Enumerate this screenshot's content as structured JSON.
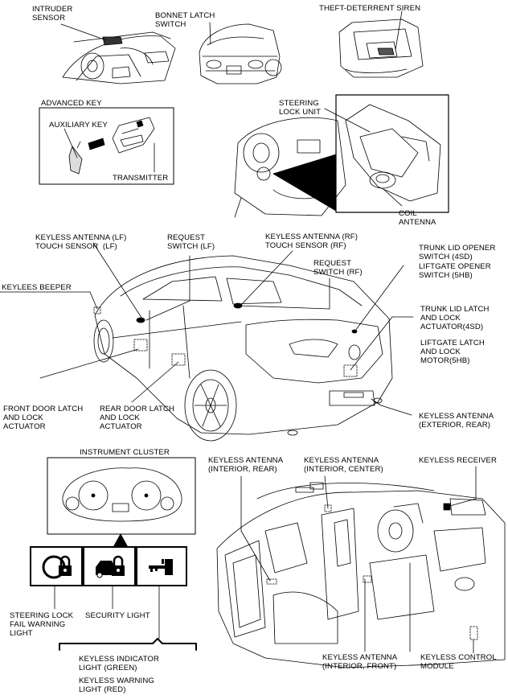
{
  "labels": {
    "intruder_sensor": "INTRUDER\nSENSOR",
    "bonnet_latch_switch": "BONNET LATCH\nSWITCH",
    "theft_deterrent_siren": "THEFT-DETERRENT SIREN",
    "advanced_key": "ADVANCED KEY",
    "auxiliary_key": "AUXILIARY KEY",
    "transmitter": "TRANSMITTER",
    "steering_lock_unit": "STEERING\nLOCK UNIT",
    "coil_antenna": "COIL\nANTENNA",
    "keyless_antenna_lf": "KEYLESS ANTENNA (LF)\nTOUCH SENSOR  (LF)",
    "request_switch_lf": "REQUEST\nSWITCH (LF)",
    "keyless_antenna_rf": "KEYLESS ANTENNA (RF)\nTOUCH SENSOR (RF)",
    "request_switch_rf": "REQUEST\nSWITCH (RF)",
    "trunk_lid_opener": "TRUNK LID OPENER\nSWITCH (4SD)",
    "liftgate_opener": "LIFTGATE OPENER\nSWITCH (5HB)",
    "keylees_beeper": "KEYLEES BEEPER",
    "trunk_lid_latch": "TRUNK LID LATCH\nAND LOCK\nACTUATOR(4SD)",
    "liftgate_latch": "LIFTGATE LATCH\nAND LOCK\nMOTOR(5HB)",
    "front_door_latch": "FRONT DOOR LATCH\nAND LOCK\nACTUATOR",
    "rear_door_latch": "REAR DOOR LATCH\nAND LOCK\nACTUATOR",
    "keyless_antenna_ext_rear": "KEYLESS ANTENNA\n(EXTERIOR, REAR)",
    "instrument_cluster": "INSTRUMENT CLUSTER",
    "keyless_antenna_int_rear": "KEYLESS ANTENNA\n(INTERIOR, REAR)",
    "keyless_antenna_int_center": "KEYLESS ANTENNA\n(INTERIOR, CENTER)",
    "keyless_receiver": "KEYLESS RECEIVER",
    "steering_lock_fail": "STEERING LOCK\nFAIL WARNING\nLIGHT",
    "security_light": "SECURITY LIGHT",
    "keyless_indicator": "KEYLESS INDICATOR\nLIGHT (GREEN)",
    "keyless_warning": "KEYLESS WARNING\nLIGHT (RED)",
    "keyless_antenna_int_front": "KEYLESS ANTENNA\n(INTERIOR, FRONT)",
    "keyless_control_module": "KEYLESS CONTROL\nMODULE"
  },
  "icons": [
    "steering-lock-fail-icon",
    "security-lock-icon",
    "keyless-key-icon"
  ],
  "colors": {
    "line": "#000000",
    "background": "#ffffff"
  }
}
